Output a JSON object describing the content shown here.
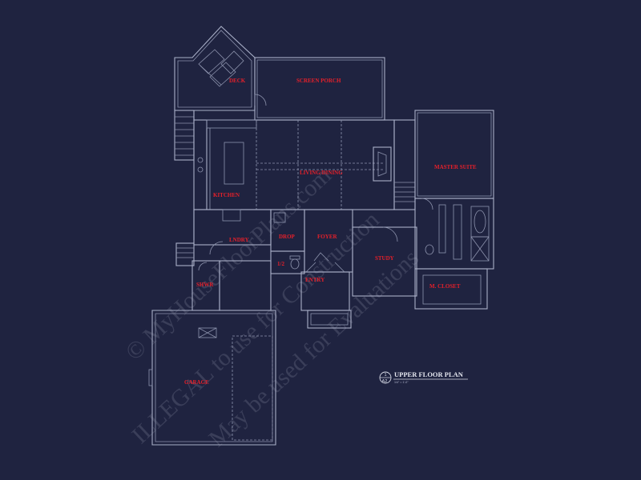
{
  "rooms": {
    "deck": "DECK",
    "screen_porch": "SCREEN PORCH",
    "kitchen": "KITCHEN",
    "living_dining": "LIVING/DINING",
    "master_suite": "MASTER SUITE",
    "laundry": "LNDRY",
    "drop": "DROP",
    "foyer": "FOYER",
    "study": "STUDY",
    "shower": "SHWR",
    "half_bath": "1/2",
    "entry": "ENTRY",
    "m_closet": "M. CLOSET",
    "garage": "GARAGE"
  },
  "plan_title": {
    "title": "UPPER FLOOR PLAN",
    "scale_note": "1/4\" = 1'-0\"",
    "tag_top": "1",
    "tag_bottom": "A2"
  },
  "watermark": {
    "line1": "© MyHouseFloorPlans.com",
    "line2": "ILLEGAL to use for Construction",
    "line3": "May be used for Evaluations"
  },
  "colors": {
    "background": "#1f2340",
    "line_work": "#aab0c8",
    "room_labels": "#e5202a"
  }
}
